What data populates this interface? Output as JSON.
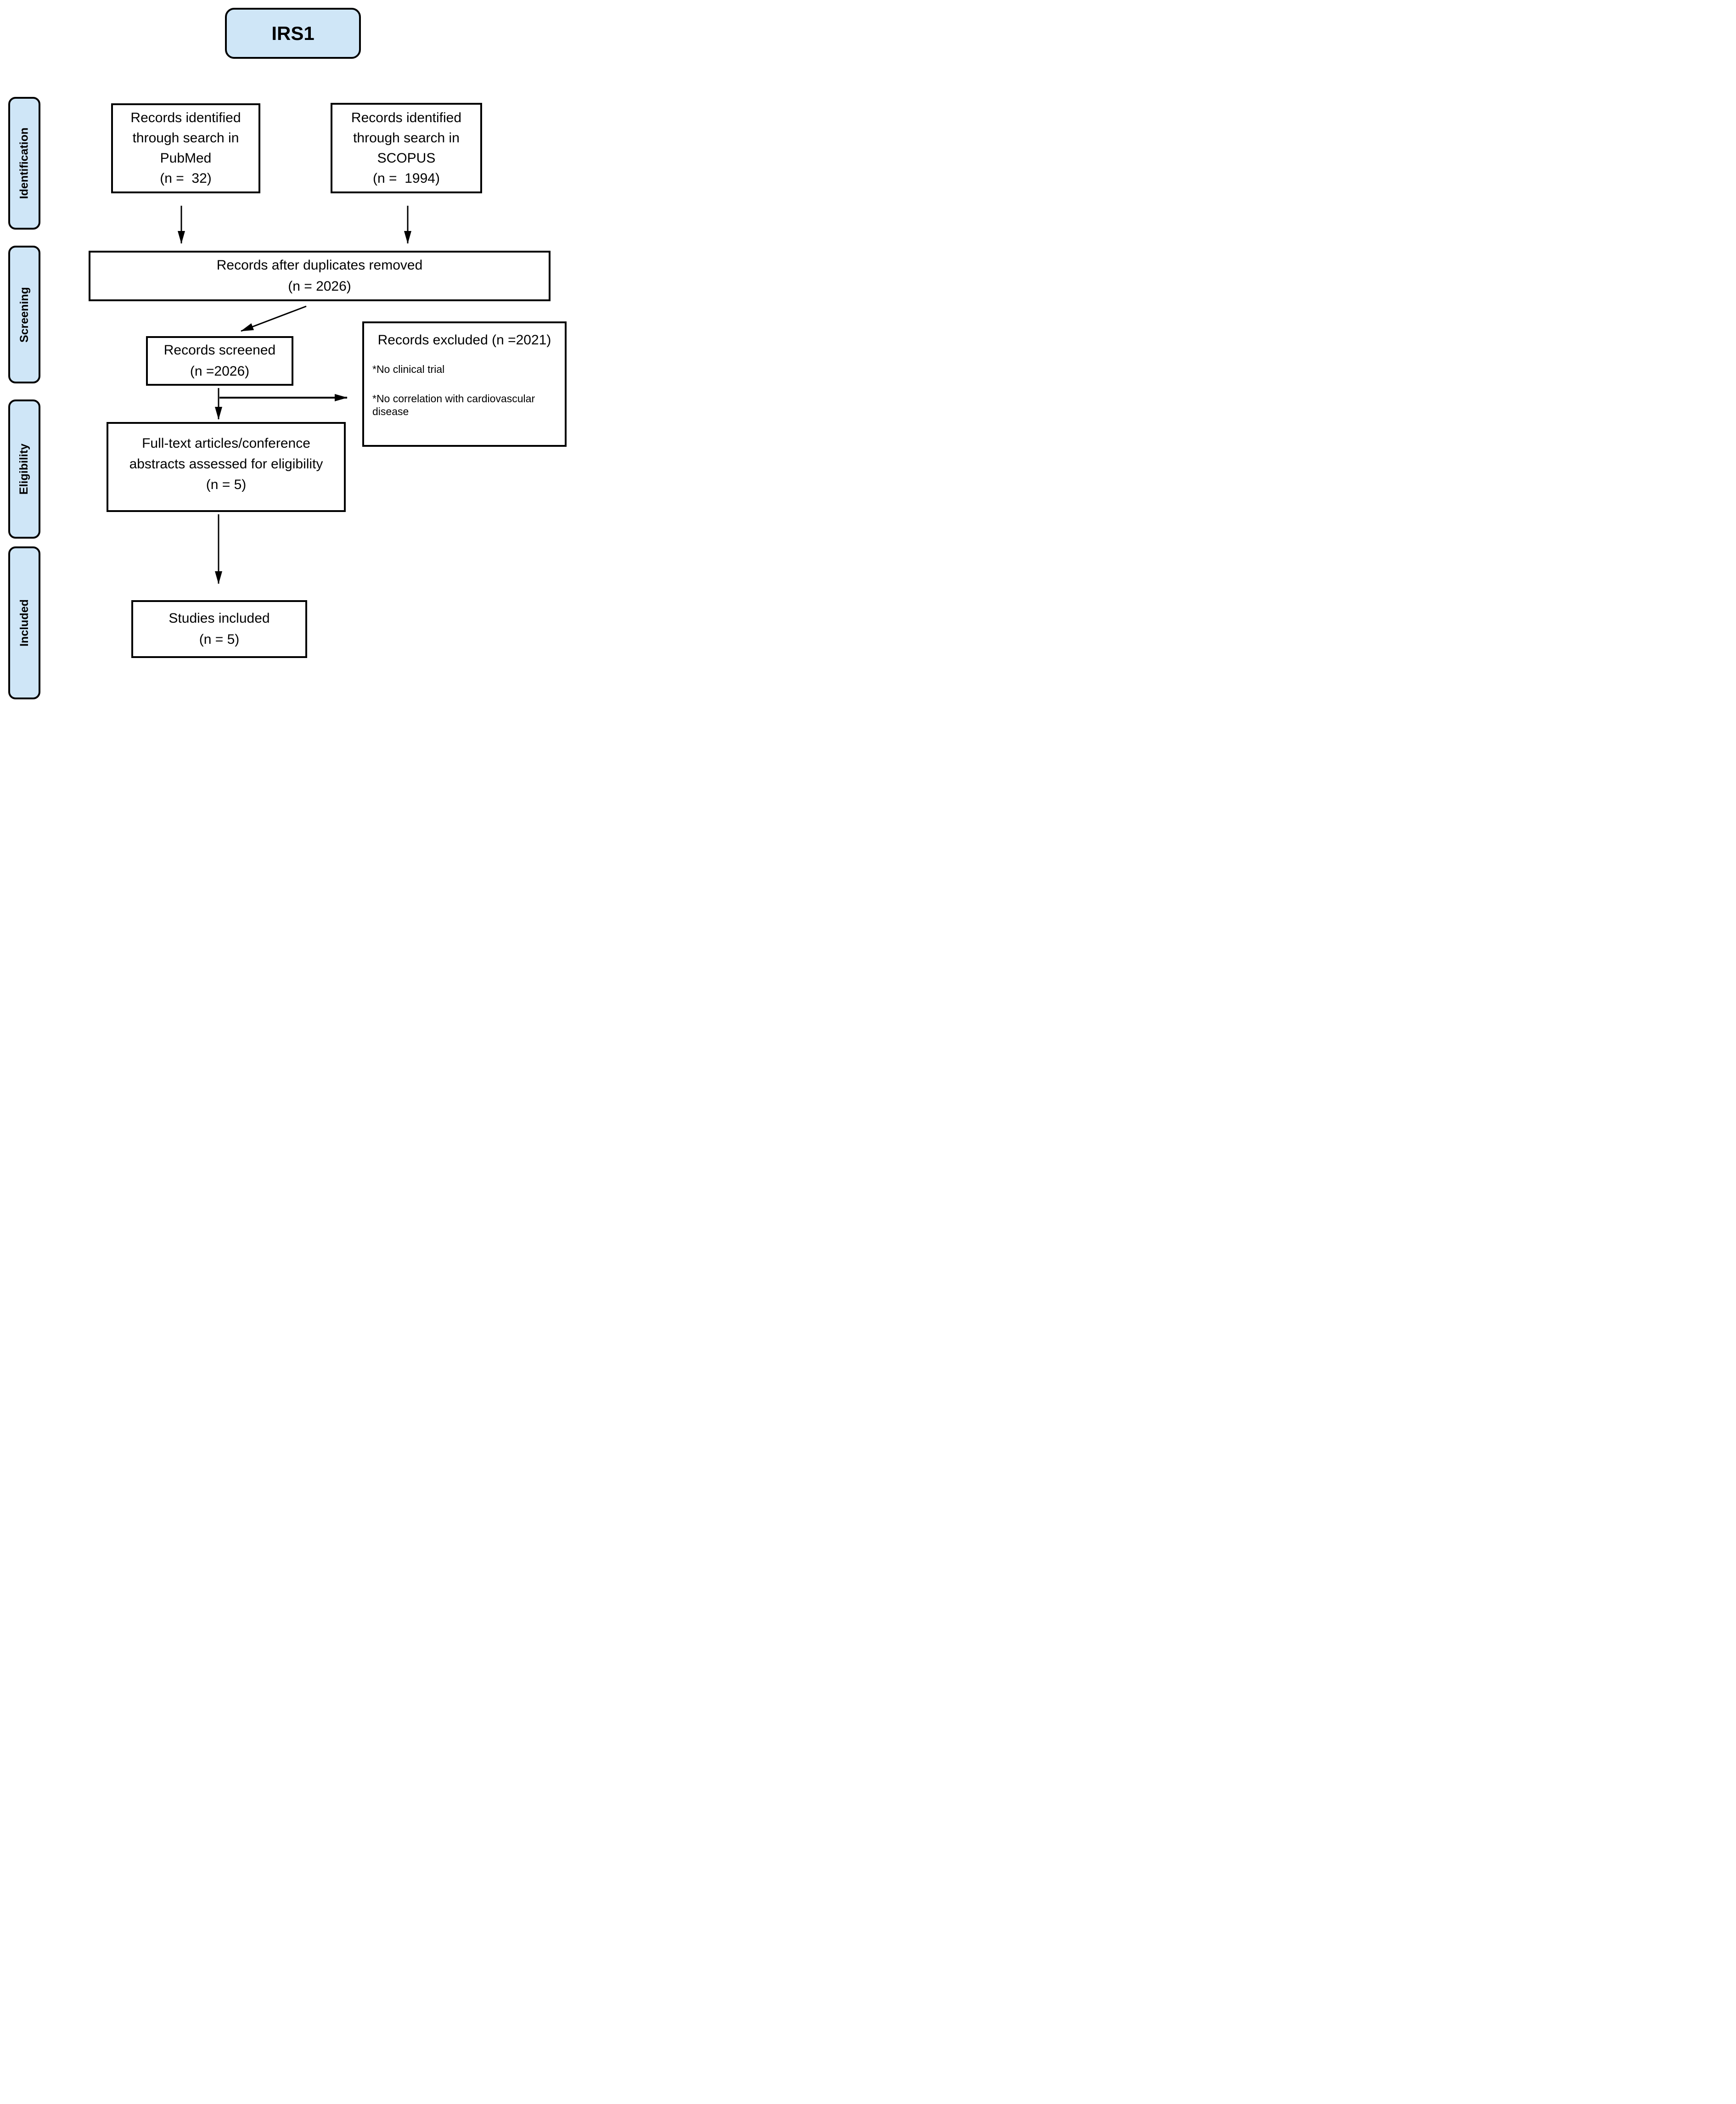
{
  "title": "IRS1",
  "sidebar": {
    "items": [
      {
        "id": "identification",
        "label": "Identification"
      },
      {
        "id": "screening",
        "label": "Screening"
      },
      {
        "id": "eligibility",
        "label": "Eligibility"
      },
      {
        "id": "included",
        "label": "Included"
      }
    ]
  },
  "boxes": {
    "pubmed": {
      "lines": [
        "Records identified",
        "through search in",
        "PubMed",
        "(n =  32)"
      ]
    },
    "scopus": {
      "lines": [
        "Records identified",
        "through search in",
        "SCOPUS",
        "(n =  1994)"
      ]
    },
    "duplicates": {
      "lines": [
        "Records after duplicates removed",
        "(n = 2026)"
      ]
    },
    "screened": {
      "lines": [
        "Records screened",
        "(n =2026)"
      ]
    },
    "excluded": {
      "title": "Records excluded (n =2021)",
      "reasons": [
        "*No clinical trial",
        "*No correlation with cardiovascular disease"
      ]
    },
    "fulltext": {
      "lines": [
        "Full-text articles/conference",
        "abstracts assessed for eligibility",
        "(n = 5)"
      ]
    },
    "studies": {
      "lines": [
        "Studies included",
        "(n = 5)"
      ]
    }
  },
  "connections": [
    {
      "from": "pubmed",
      "to": "duplicates"
    },
    {
      "from": "scopus",
      "to": "duplicates"
    },
    {
      "from": "duplicates",
      "to": "screened"
    },
    {
      "from": "screened",
      "to": "excluded"
    },
    {
      "from": "screened",
      "to": "fulltext"
    },
    {
      "from": "fulltext",
      "to": "studies"
    }
  ],
  "colors": {
    "stage_fill": "#cfe6f7",
    "box_border": "#000000",
    "box_fill": "#ffffff",
    "background": "#ffffff"
  }
}
